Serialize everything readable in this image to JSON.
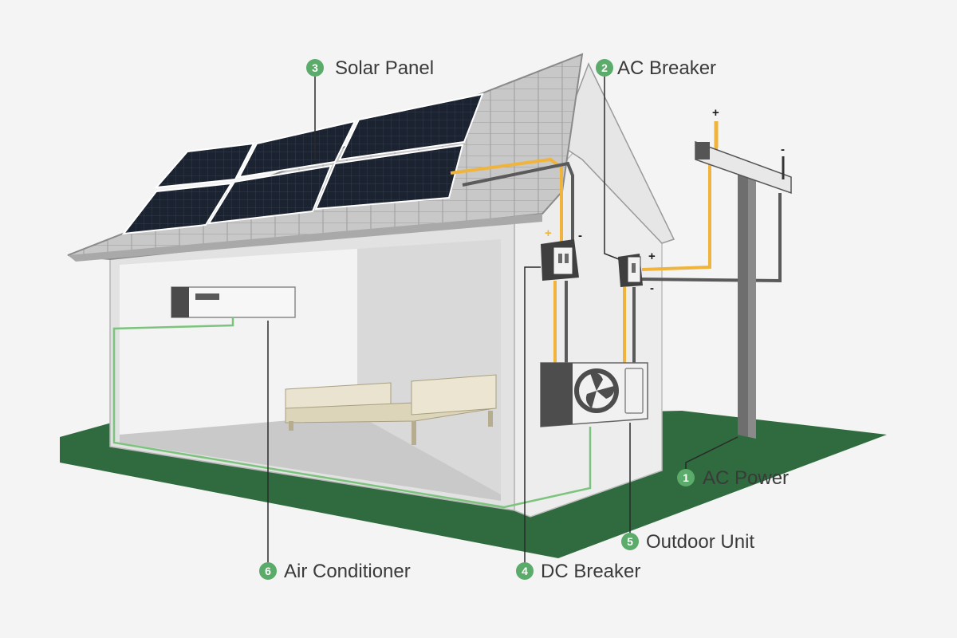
{
  "colors": {
    "background": "#f4f4f4",
    "ground": "#2f6b3e",
    "badge": "#5bab6b",
    "dc_wire": "#f0b43c",
    "ac_wire": "#5a5a5a",
    "ac_signal_wire": "#7cc47e",
    "panel_cell": "#1c2330",
    "roof": "#c9c9c9"
  },
  "callouts": [
    {
      "id": "ac_power",
      "number": "1",
      "label": "AC Power"
    },
    {
      "id": "ac_breaker",
      "number": "2",
      "label": "AC Breaker"
    },
    {
      "id": "solar_panel",
      "number": "3",
      "label": "Solar Panel"
    },
    {
      "id": "dc_breaker",
      "number": "4",
      "label": "DC Breaker"
    },
    {
      "id": "outdoor_unit",
      "number": "5",
      "label": "Outdoor Unit"
    },
    {
      "id": "air_conditioner",
      "number": "6",
      "label": "Air Conditioner"
    }
  ],
  "polarity": {
    "plus": "+",
    "minus": "-"
  }
}
